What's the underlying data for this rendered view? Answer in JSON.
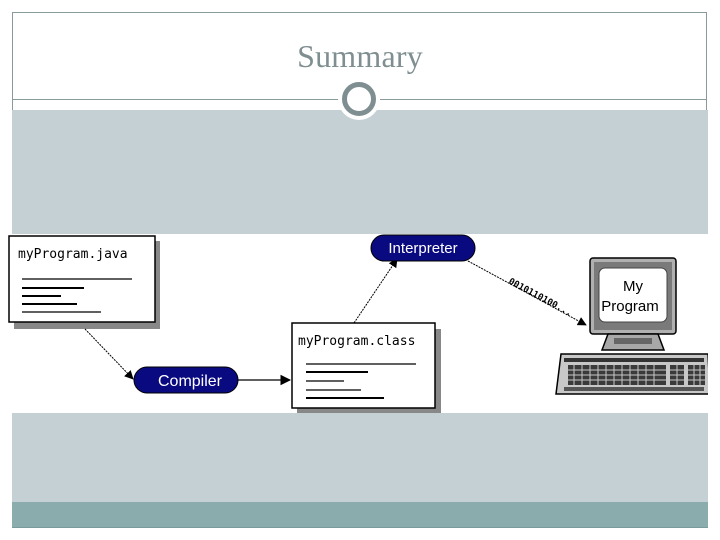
{
  "slide": {
    "title": "Summary"
  },
  "diagram": {
    "source_file": {
      "label": "myProgram.java"
    },
    "compiler": {
      "label": "Compiler"
    },
    "class_file": {
      "label": "myProgram.class"
    },
    "interpreter": {
      "label": "Interpreter"
    },
    "bytecode_stream": {
      "label": "0010110100..."
    },
    "computer": {
      "screen_line1": "My",
      "screen_line2": "Program"
    },
    "colors": {
      "pill_fill": "#0a0a80",
      "pill_text": "#ffffff",
      "doc_shadow": "#888888"
    }
  },
  "theme": {
    "title_color": "#7f8e90",
    "band_color": "#c5d0d5",
    "footer_color": "#8aacad"
  }
}
